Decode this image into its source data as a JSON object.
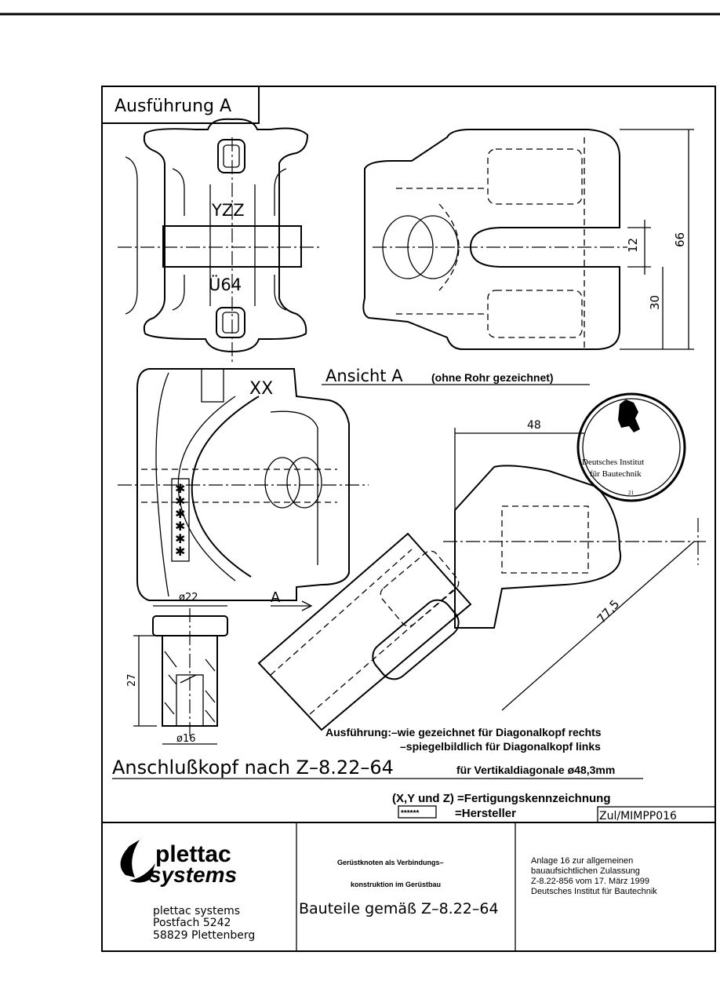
{
  "drawing": {
    "variant_label": "Ausführung A",
    "marking_top": "YZZ",
    "marking_bottom": "Ü64",
    "view_label": "Ansicht A",
    "view_note": "(ohne Rohr gezeichnet)",
    "marking_xx": "XX",
    "view_arrow_label": "A",
    "manufacturer_stars": [
      "✱",
      "✱",
      "✱",
      "✱",
      "✱",
      "✱"
    ],
    "dimensions": {
      "height_total": "66",
      "slot": "12",
      "offset": "30",
      "width_48": "48",
      "diagonal": "77,5",
      "pin_diameter": "ø22",
      "pin_length": "27",
      "bore_diameter": "ø16"
    },
    "stamp": {
      "line1": "Deutsches Institut",
      "line2": "für Bautechnik",
      "number": "21"
    },
    "execution_note_1": "Ausführung:–wie gezeichnet für Diagonalkopf rechts",
    "execution_note_2": "–spiegelbildlich für Diagonalkopf links",
    "main_title": "Anschlußkopf nach Z–8.22–64",
    "main_title_suffix": "für Vertikaldiagonale ø48,3mm",
    "legend_1": "(X,Y und Z) =Fertigungskennzeichnung",
    "legend_2_box": "******",
    "legend_2": "=Hersteller",
    "drawing_number": "Zul/MIMPP016"
  },
  "title_block": {
    "logo_line1": "plettac",
    "logo_line2": "systems",
    "address": [
      "plettac systems",
      "Postfach 5242",
      "58829 Plettenberg"
    ],
    "subject_1": "Gerüstknoten als Verbindungs–",
    "subject_2": "konstruktion im Gerüstbau",
    "subject_3": "Bauteile gemäß Z–8.22–64",
    "approval": [
      "Anlage 16 zur allgemeinen",
      "bauaufsichtlichen Zulassung",
      "Z-8.22-856 vom 17. März 1999",
      "Deutsches Institut für Bautechnik"
    ]
  }
}
